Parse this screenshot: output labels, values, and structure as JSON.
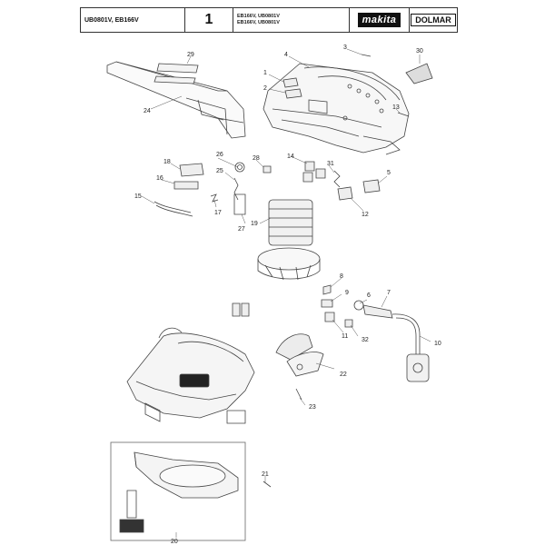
{
  "header": {
    "models": "UB0801V, EB166V",
    "page_number": "1",
    "variant_line1": "EB166V, UB0801V",
    "variant_line2": "EB166V, UB0801V",
    "brand_logo": "makita",
    "brand2": "DOLMAR"
  },
  "callouts": {
    "c1": "1",
    "c2": "2",
    "c3": "3",
    "c4": "4",
    "c5": "5",
    "c6": "6",
    "c7": "7",
    "c8": "8",
    "c9": "9",
    "c10": "10",
    "c11": "11",
    "c12": "12",
    "c13": "13",
    "c14": "14",
    "c15": "15",
    "c16": "16",
    "c17": "17",
    "c18": "18",
    "c19": "19",
    "c20": "20",
    "c21": "21",
    "c22": "22",
    "c23": "23",
    "c24": "24",
    "c25": "25",
    "c26": "26",
    "c27": "27",
    "c28": "28",
    "c29": "29",
    "c30": "30",
    "c31": "31",
    "c32": "32"
  }
}
